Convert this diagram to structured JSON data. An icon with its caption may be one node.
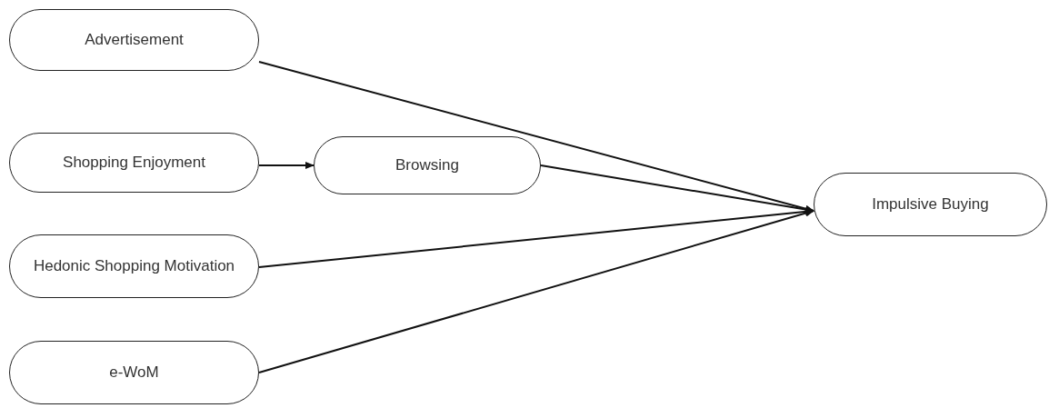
{
  "diagram": {
    "nodes": [
      {
        "text": [
          "Advertisement"
        ]
      },
      {
        "text": [
          "Shopping Enjoyment"
        ]
      },
      {
        "text": [
          "Browsing"
        ]
      },
      {
        "text": [
          "Hedonic Shopping Motivation"
        ]
      },
      {
        "text": [
          "e-WoM"
        ]
      },
      {
        "text": [
          "Impulsive Buying"
        ]
      }
    ],
    "edges": [
      {
        "from": 0,
        "to": 5,
        "arrow": "to"
      },
      {
        "from": 1,
        "to": 2,
        "arrow": "to"
      },
      {
        "from": 2,
        "to": 5,
        "arrow": "to"
      },
      {
        "from": 3,
        "to": 5,
        "arrow": "to"
      },
      {
        "from": 4,
        "to": 5,
        "arrow": "to"
      }
    ]
  }
}
